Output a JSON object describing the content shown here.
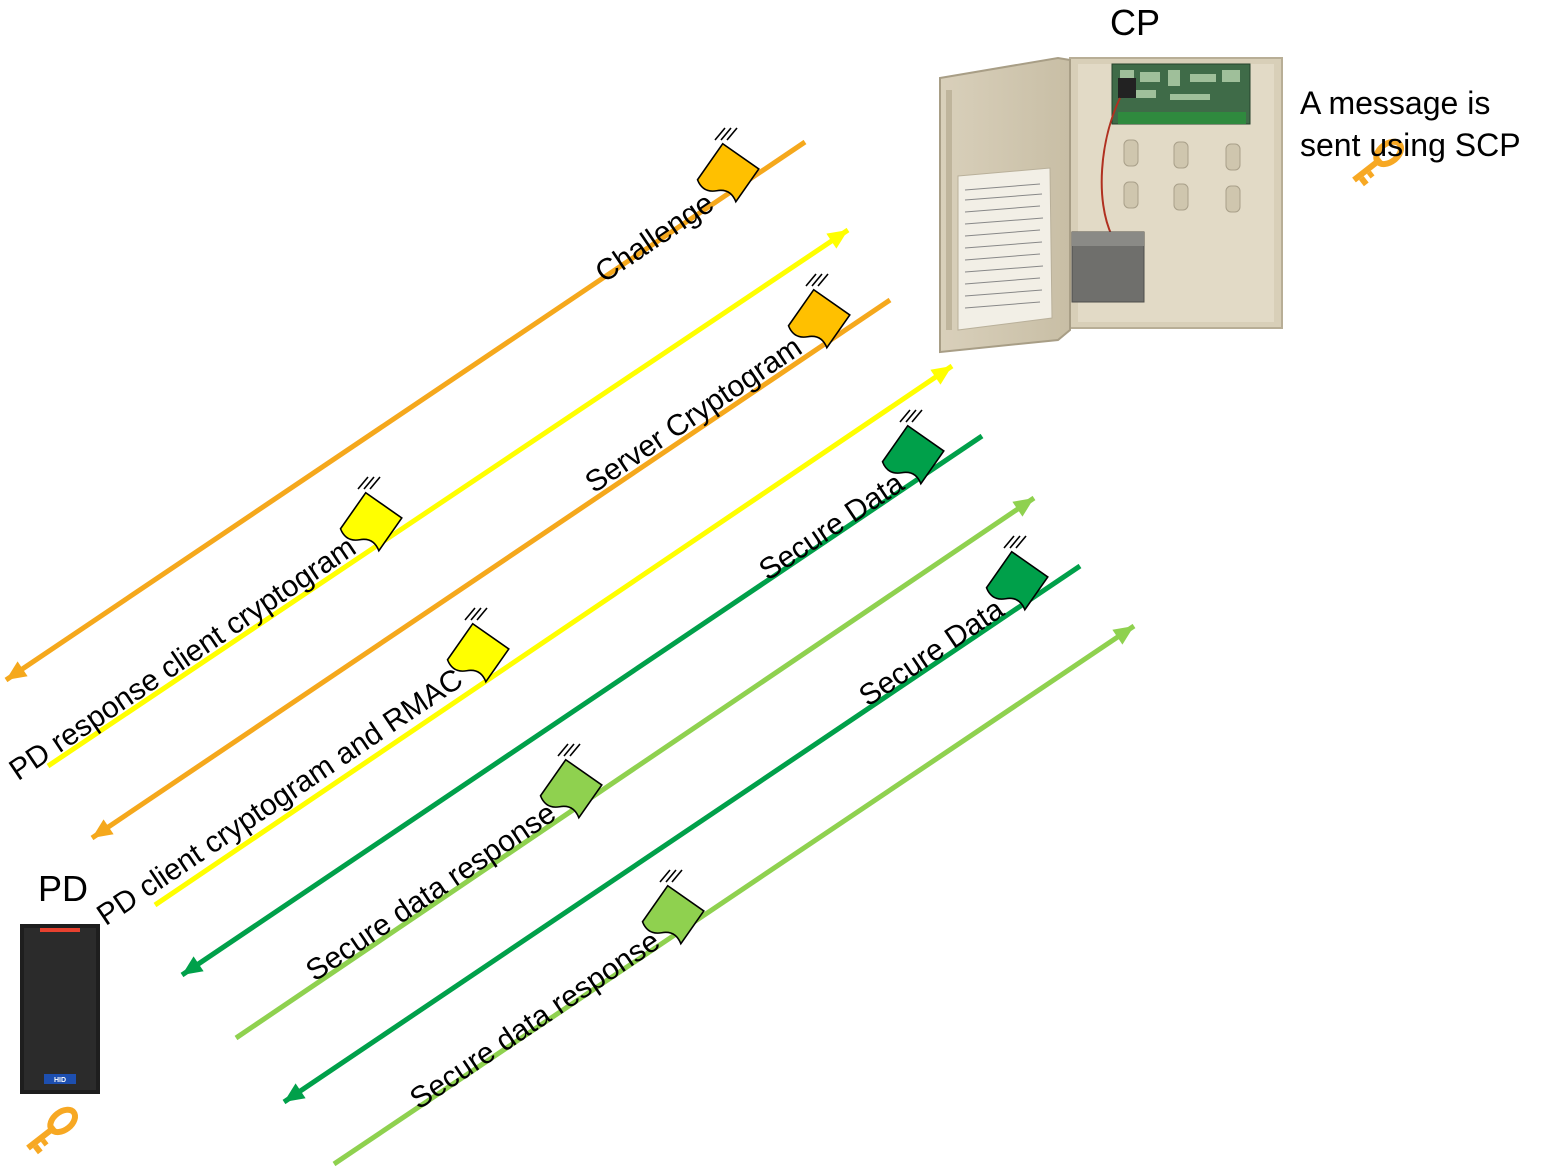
{
  "nodes": {
    "cp_label": "CP",
    "pd_label": "PD",
    "reader_brand": "HID"
  },
  "note": {
    "line1": "A message is",
    "line2": "sent using SCP"
  },
  "colors": {
    "challenge": "#f5a81c",
    "client": "#ffff00",
    "secure_data": "#00a04a",
    "secure_response": "#8fd14f",
    "key": "#f7a823"
  },
  "messages": [
    {
      "label": "Challenge",
      "direction": "to-pd",
      "color": "#f5a81c",
      "icon_fill": "#ffc000"
    },
    {
      "label": "PD response client cryptogram",
      "direction": "to-cp",
      "color": "#ffff00",
      "icon_fill": "#ffff00"
    },
    {
      "label": "Server Cryptogram",
      "direction": "to-pd",
      "color": "#f5a81c",
      "icon_fill": "#ffc000"
    },
    {
      "label": "PD client cryptogram and RMAC",
      "direction": "to-cp",
      "color": "#ffff00",
      "icon_fill": "#ffff00"
    },
    {
      "label": "Secure Data",
      "direction": "to-pd",
      "color": "#00a04a",
      "icon_fill": "#00a04a"
    },
    {
      "label": "Secure data response",
      "direction": "to-cp",
      "color": "#8fd14f",
      "icon_fill": "#8fd14f"
    },
    {
      "label": "Secure Data",
      "direction": "to-pd",
      "color": "#00a04a",
      "icon_fill": "#00a04a"
    },
    {
      "label": "Secure data response",
      "direction": "to-cp",
      "color": "#8fd14f",
      "icon_fill": "#8fd14f"
    }
  ]
}
